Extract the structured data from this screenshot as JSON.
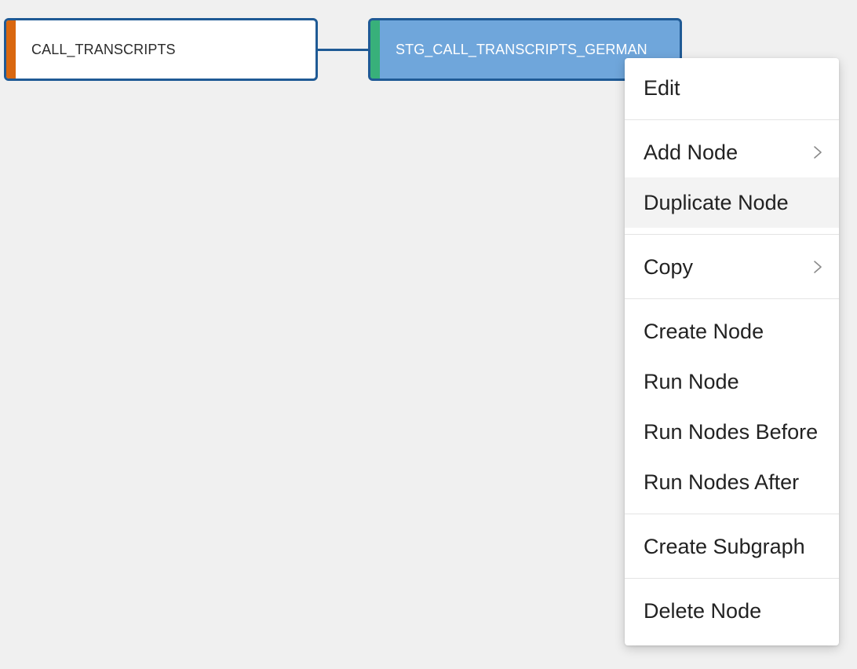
{
  "graph": {
    "nodes": [
      {
        "label": "CALL_TRANSCRIPTS",
        "stripe_color": "#d9670f",
        "fill": "#ffffff"
      },
      {
        "label": "STG_CALL_TRANSCRIPTS_GERMAN",
        "stripe_color": "#38b07a",
        "fill": "#6fa6db",
        "selected": true
      }
    ],
    "edge_color": "#1f5a95"
  },
  "context_menu": {
    "items": {
      "edit": "Edit",
      "add_node": "Add Node",
      "duplicate_node": "Duplicate Node",
      "copy": "Copy",
      "create_node": "Create Node",
      "run_node": "Run Node",
      "run_nodes_before": "Run Nodes Before",
      "run_nodes_after": "Run Nodes After",
      "create_subgraph": "Create Subgraph",
      "delete_node": "Delete Node"
    },
    "hovered_item": "Duplicate Node",
    "submenu_icon": "chevron-right-icon"
  }
}
